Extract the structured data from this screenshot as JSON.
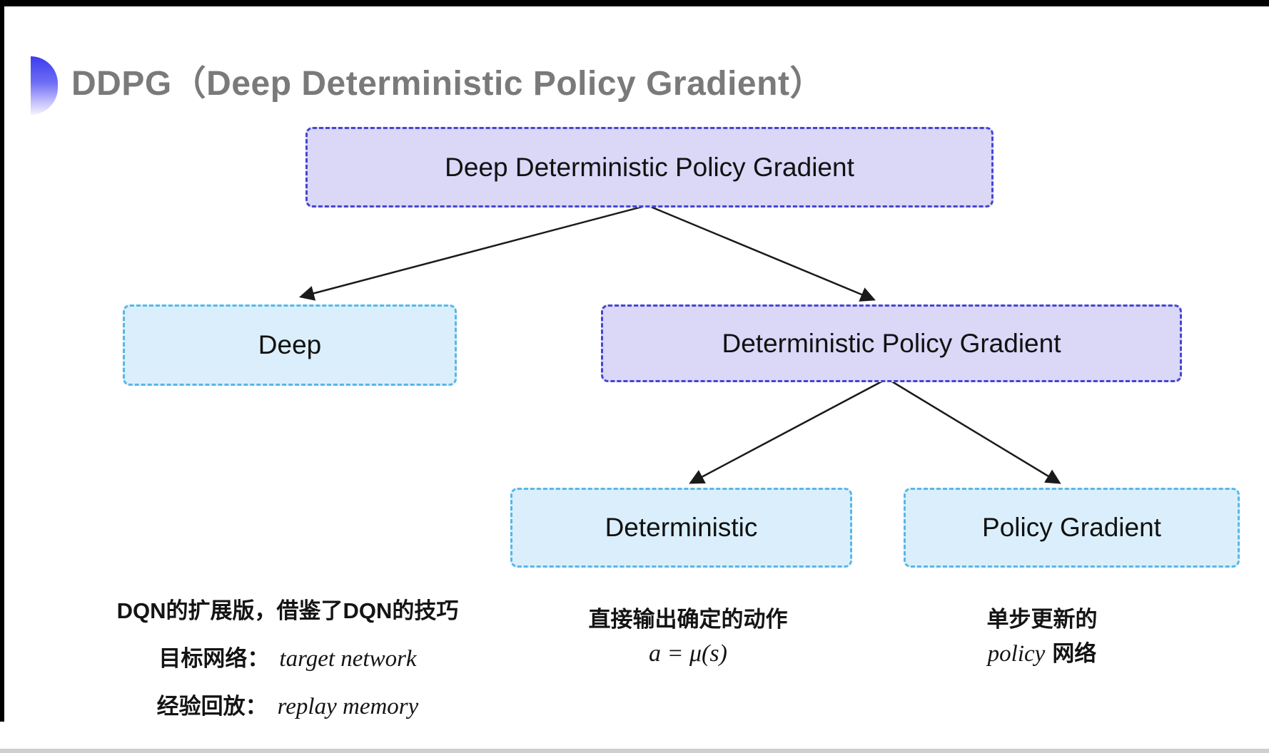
{
  "title": {
    "text": "DDPG（Deep Deterministic Policy Gradient）"
  },
  "tree": {
    "root": {
      "label": "Deep Deterministic Policy Gradient"
    },
    "level2": [
      {
        "label": "Deep"
      },
      {
        "label": "Deterministic Policy Gradient"
      }
    ],
    "level3": [
      {
        "label": "Deterministic"
      },
      {
        "label": "Policy Gradient"
      }
    ]
  },
  "notes": {
    "left": {
      "line1": "DQN的扩展版，借鉴了DQN的技巧",
      "item1_label": "目标网络：",
      "item1_value": "target network",
      "item2_label": "经验回放：",
      "item2_value": "replay memory"
    },
    "middle": {
      "line1": "直接输出确定的动作",
      "formula": "a = μ(s)"
    },
    "right": {
      "line1": "单步更新的",
      "word": "policy",
      "suffix": "网络"
    }
  },
  "colors": {
    "purple_fill": "#dad7f7",
    "purple_border": "#4545d1",
    "cyan_fill": "#daeffb",
    "cyan_border": "#57b7e7",
    "title_gray": "#7a7a7a",
    "arrow": "#1a1a1a",
    "bullet_gradient_top": "#3c3cee",
    "bullet_gradient_bottom": "#f3f1ff"
  }
}
